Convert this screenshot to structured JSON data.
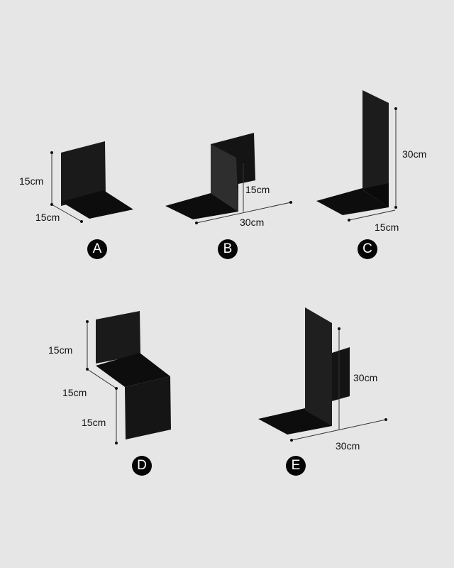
{
  "variants": [
    {
      "id": "A",
      "dims": [
        "15cm",
        "15cm"
      ]
    },
    {
      "id": "B",
      "dims": [
        "15cm",
        "30cm"
      ]
    },
    {
      "id": "C",
      "dims": [
        "30cm",
        "15cm"
      ]
    },
    {
      "id": "D",
      "dims": [
        "15cm",
        "15cm",
        "15cm"
      ]
    },
    {
      "id": "E",
      "dims": [
        "30cm",
        "30cm"
      ]
    }
  ],
  "colors": {
    "background": "#e6e6e6",
    "metal": "#111111",
    "badge": "#050505"
  }
}
